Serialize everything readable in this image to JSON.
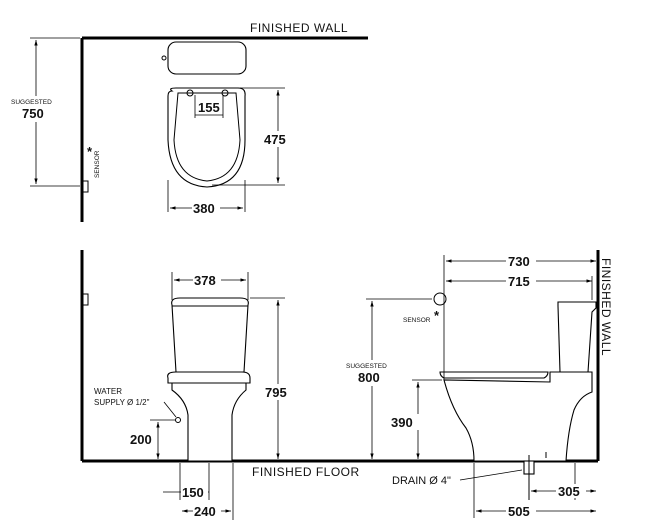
{
  "labels": {
    "finished_wall_top": "FINISHED  WALL",
    "finished_wall_side": "FINISHED  WALL",
    "finished_floor": "FINISHED  FLOOR",
    "suggested_top": "SUGGESTED",
    "suggested_mid": "SUGGESTED",
    "sensor_top": "SENSOR",
    "sensor_right": "SENSOR",
    "water_supply_1": "WATER",
    "water_supply_2": "SUPPLY Ø 1/2\"",
    "drain": "DRAIN Ø 4\"",
    "asterisk": "*"
  },
  "dimensions": {
    "d750": "750",
    "d155": "155",
    "d475": "475",
    "d380": "380",
    "d378": "378",
    "d795": "795",
    "d200": "200",
    "d150": "150",
    "d240": "240",
    "d800": "800",
    "d390": "390",
    "d730": "730",
    "d715": "715",
    "d305": "305",
    "d505": "505"
  }
}
